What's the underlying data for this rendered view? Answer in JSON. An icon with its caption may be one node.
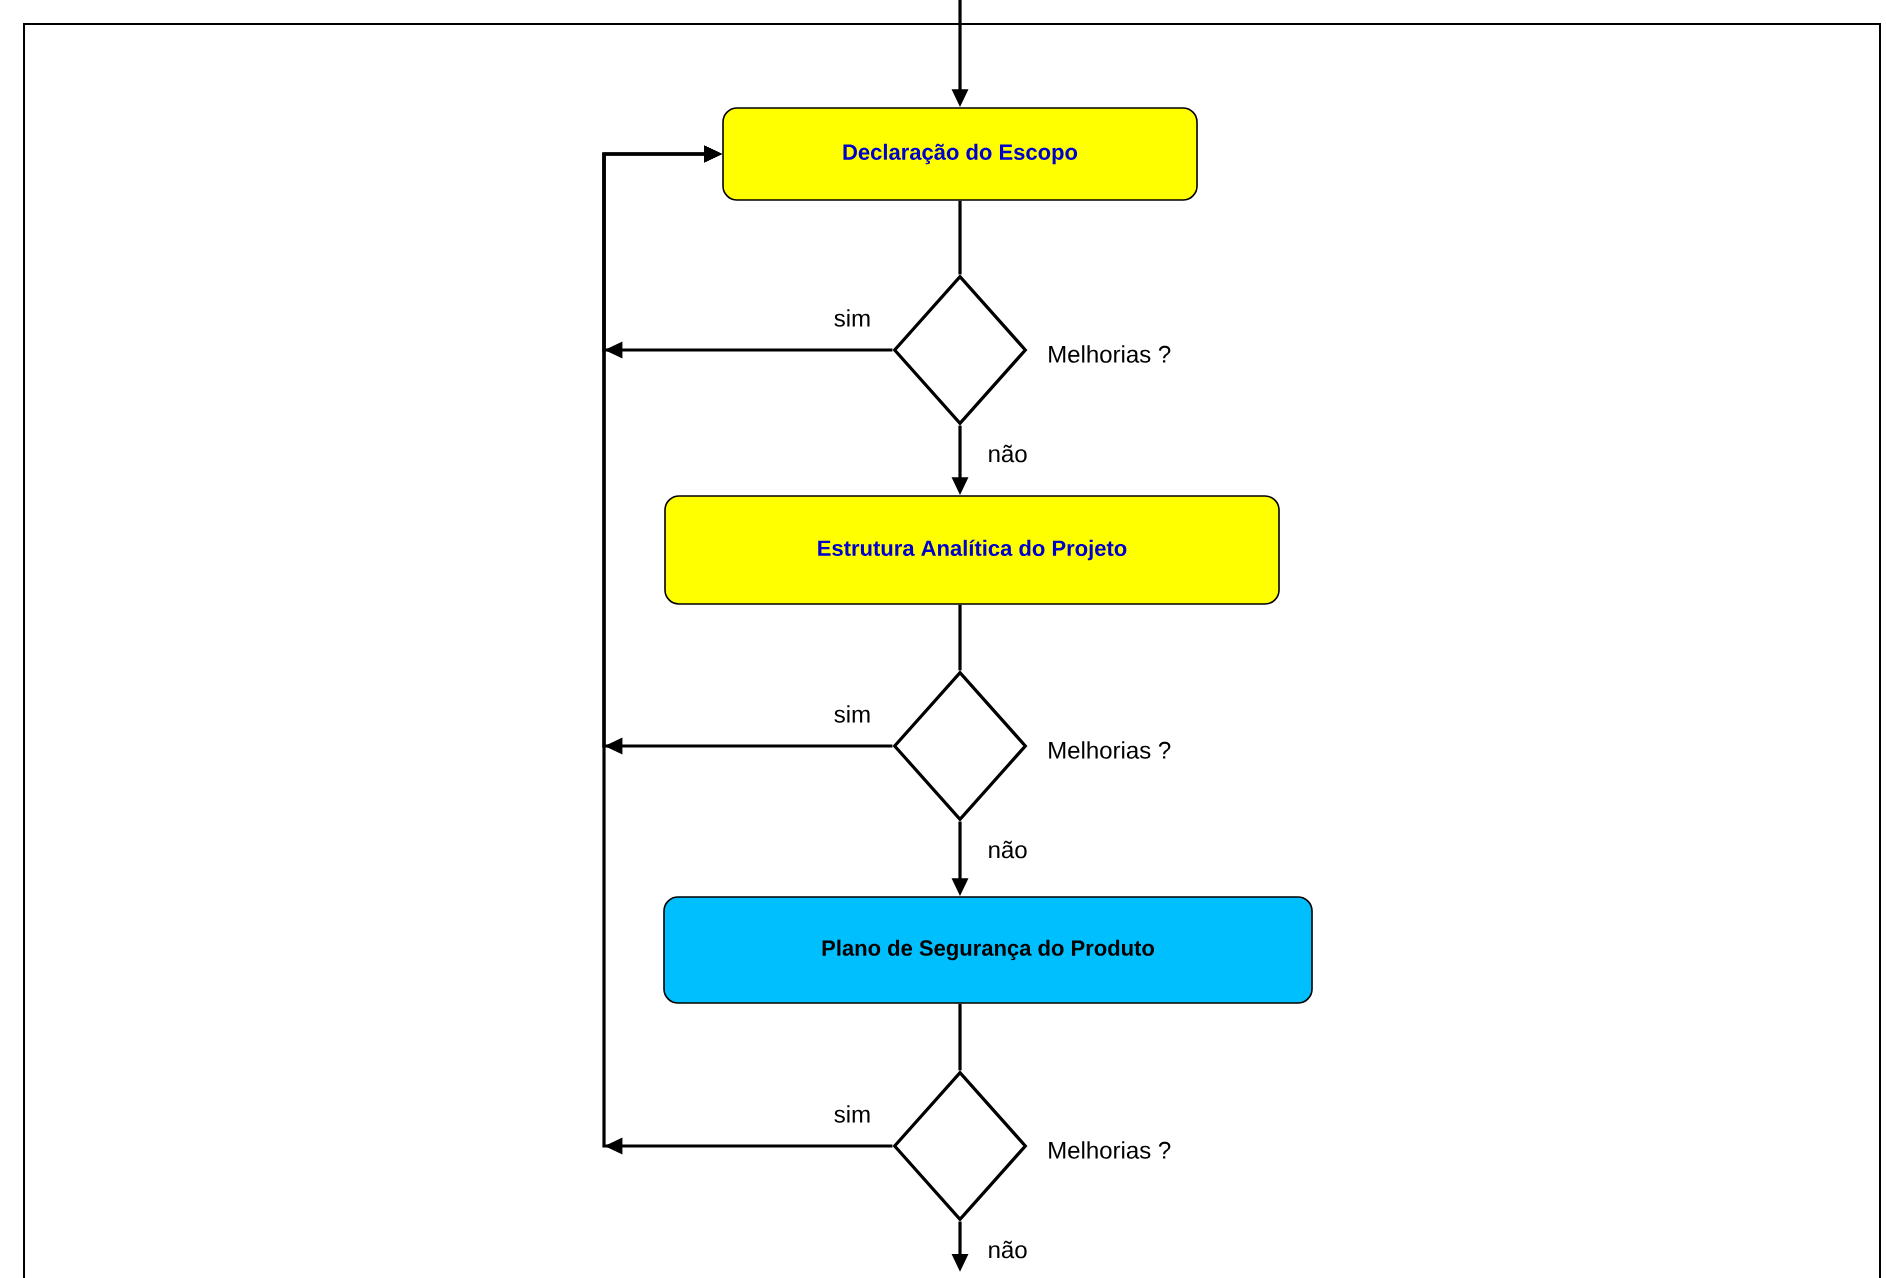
{
  "diagram": {
    "nodes": [
      {
        "text": [
          "Declaração do Escopo"
        ]
      },
      {
        "text": [],
        "shape": "diamond",
        "beside": [
          "Melhorias ?"
        ]
      },
      {
        "text": [
          "Estrutura Analítica do Projeto"
        ]
      },
      {
        "text": [],
        "shape": "diamond",
        "beside": [
          "Melhorias ?"
        ]
      },
      {
        "text": [
          "Plano de Segurança do Produto"
        ]
      },
      {
        "text": [],
        "shape": "diamond",
        "beside": [
          "Melhorias ?"
        ]
      }
    ],
    "edges": [
      {
        "from": null,
        "to": 0,
        "arrow": "to"
      },
      {
        "from": 0,
        "to": 1,
        "arrow": "none"
      },
      {
        "from": 1,
        "to": 0,
        "arrow": "to",
        "label": "sim"
      },
      {
        "from": 1,
        "to": 2,
        "arrow": "to",
        "label": "não"
      },
      {
        "from": 2,
        "to": 3,
        "arrow": "none"
      },
      {
        "from": 3,
        "to": 0,
        "arrow": "to",
        "label": "sim"
      },
      {
        "from": 3,
        "to": 4,
        "arrow": "to",
        "label": "não"
      },
      {
        "from": 4,
        "to": 5,
        "arrow": "none"
      },
      {
        "from": 5,
        "to": 0,
        "arrow": "to",
        "label": "sim"
      },
      {
        "from": 5,
        "to": null,
        "arrow": "to",
        "label": "não"
      }
    ]
  }
}
